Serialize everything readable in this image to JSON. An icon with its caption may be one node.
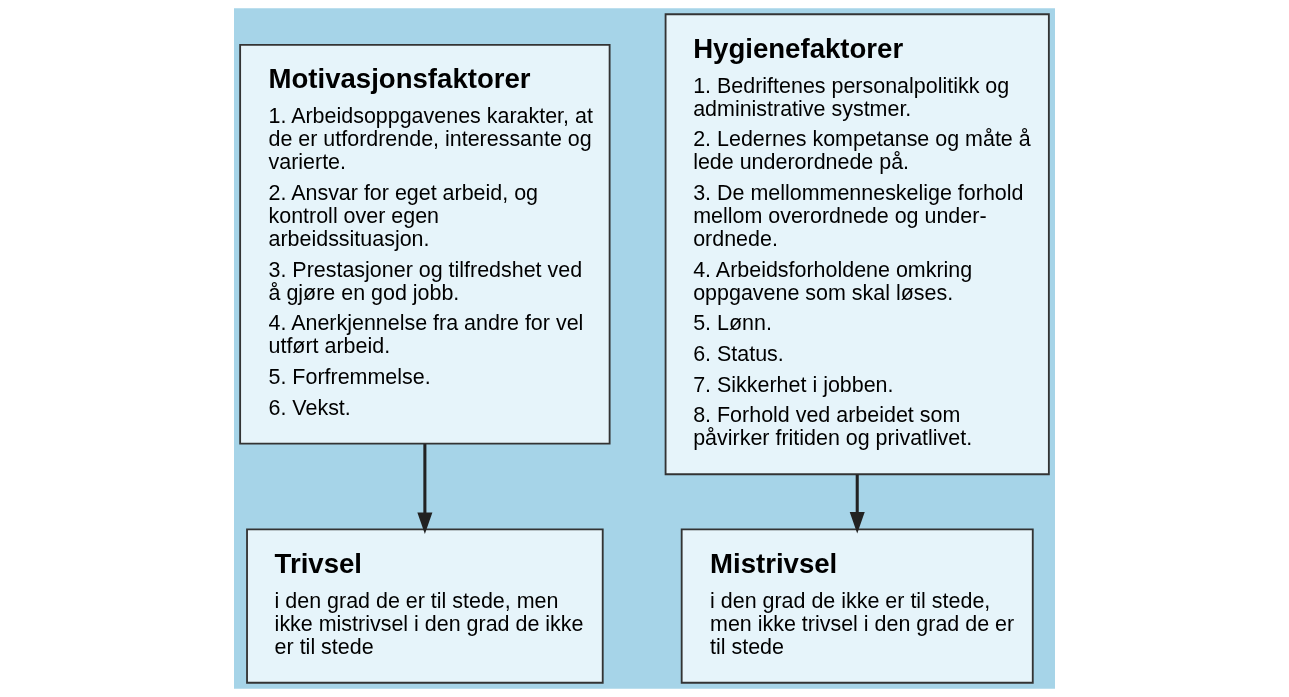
{
  "diagram": {
    "nodes": [
      {
        "text": [
          "Motivasjonsfaktorer",
          "1. Arbeidsoppgavenes karakter, at de er utfordrende, interessante og varierte.",
          "2. Ansvar for eget arbeid, og kontroll over egen arbeidssituasjon.",
          "3. Prestasjoner og tilfredshet ved å gjøre en god jobb.",
          "4. Anerkjennelse fra andre for vel utført arbeid.",
          "5. Forfremmelse.",
          "6. Vekst."
        ]
      },
      {
        "text": [
          "Hygienefaktorer",
          "1. Bedriftenes personalpolitikk og administrative systmer.",
          "2. Ledernes kompetanse og måte å lede underordnede på.",
          "3. De mellommenneskelige forhold mellom overordnede og under-ordnede.",
          "4. Arbeidsforholdene omkring oppgavene som skal løses.",
          "5. Lønn.",
          "6. Status.",
          "7. Sikkerhet i jobben.",
          "8. Forhold ved arbeidet som påvirker fritiden og privatlivet."
        ]
      },
      {
        "text": [
          "Trivsel",
          "i den grad de er til stede, men ikke mistrivsel i den grad de ikke er til stede"
        ]
      },
      {
        "text": [
          "Mistrivsel",
          "i den grad de ikke er til stede, men ikke trivsel i den grad de er til stede"
        ]
      }
    ],
    "edges": [
      {
        "from": 0,
        "to": 2,
        "arrow": "to"
      },
      {
        "from": 1,
        "to": 3,
        "arrow": "to"
      }
    ]
  }
}
